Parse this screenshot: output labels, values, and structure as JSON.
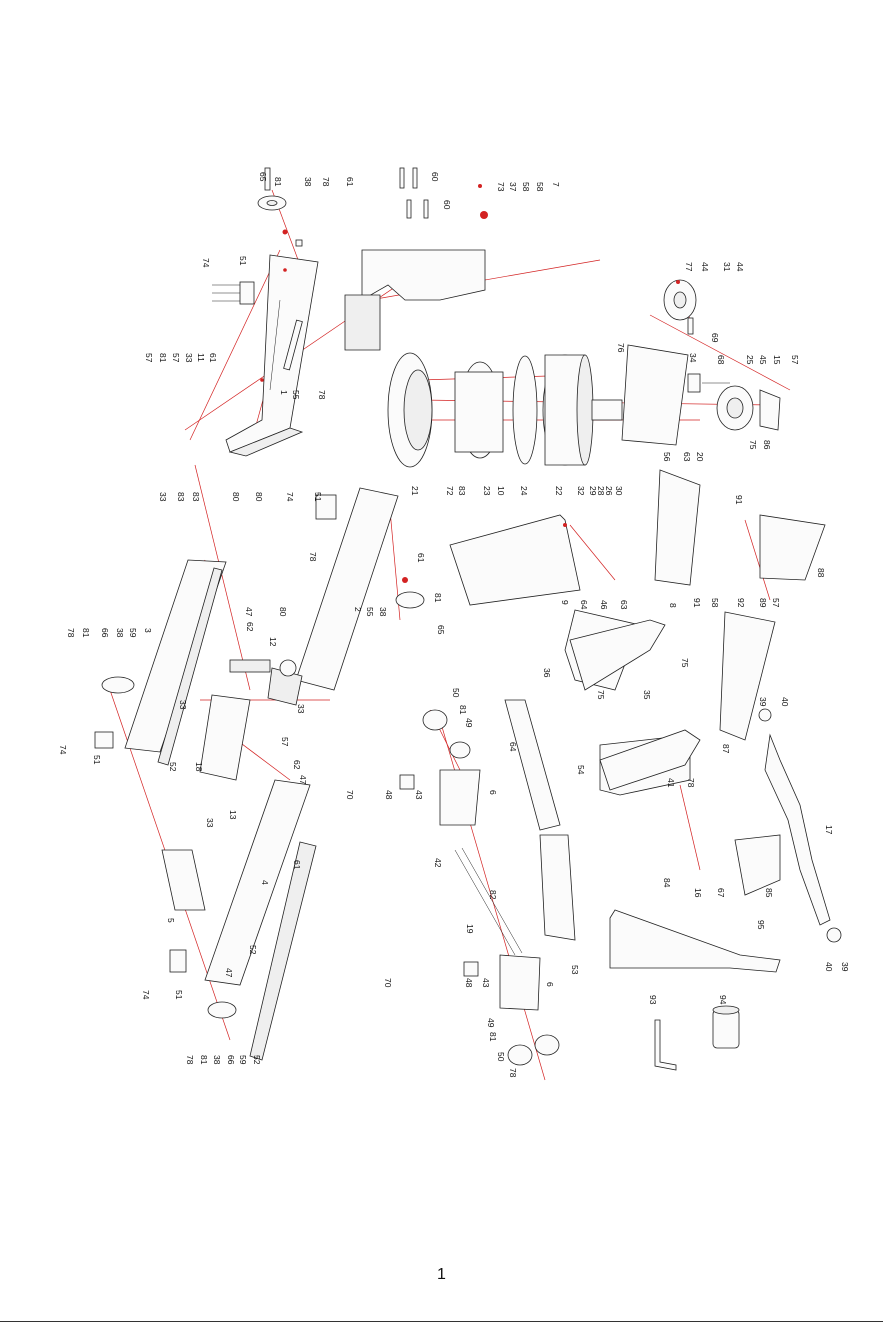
{
  "page": {
    "number": "1"
  },
  "labels": {
    "65a": "65",
    "81a": "81",
    "38a": "38",
    "78a": "78",
    "61a": "61",
    "60a": "60",
    "60b": "60",
    "73": "73",
    "37": "37",
    "58a": "58",
    "58b": "58",
    "7": "7",
    "74a": "74",
    "51a": "51",
    "77": "77",
    "44a": "44",
    "44b": "44",
    "31": "31",
    "69": "69",
    "34": "34",
    "68": "68",
    "25": "25",
    "45": "45",
    "15": "15",
    "57a": "57",
    "57b": "57",
    "57c": "57",
    "33a": "33",
    "11": "11",
    "81b": "81",
    "61b": "61",
    "1": "1",
    "55a": "55",
    "78b": "78",
    "21": "21",
    "72": "72",
    "83a": "83",
    "23": "23",
    "10": "10",
    "24": "24",
    "22": "22",
    "32": "32",
    "29": "29",
    "28": "28",
    "26": "26",
    "30": "30",
    "56": "56",
    "63a": "63",
    "20": "20",
    "86": "86",
    "75a": "75",
    "76": "76",
    "33b": "33",
    "83b": "83",
    "83c": "83",
    "80a": "80",
    "80b": "80",
    "74b": "74",
    "51b": "51",
    "78c": "78",
    "61c": "61",
    "2": "2",
    "55b": "55",
    "38b": "38",
    "81c": "81",
    "65b": "65",
    "9": "9",
    "64a": "64",
    "46": "46",
    "63b": "63",
    "8": "8",
    "91a": "91",
    "91b": "91",
    "92": "92",
    "89": "89",
    "88": "88",
    "57d": "57",
    "58c": "58",
    "3": "3",
    "78d": "78",
    "81d": "81",
    "66a": "66",
    "38c": "38",
    "59a": "59",
    "74c": "74",
    "51c": "51",
    "18": "18",
    "33c": "33",
    "52a": "52",
    "47a": "47",
    "62a": "62",
    "12": "12",
    "80c": "80",
    "33d": "33",
    "13": "13",
    "33e": "33",
    "47b": "47",
    "62b": "62",
    "57e": "57",
    "36a": "36",
    "35": "35",
    "75b": "75",
    "75c": "75",
    "87": "87",
    "39a": "39",
    "40a": "40",
    "50a": "50",
    "81e": "81",
    "49a": "49",
    "64b": "64",
    "54": "54",
    "70a": "70",
    "48a": "48",
    "43a": "43",
    "6a": "6",
    "42": "42",
    "41a": "41",
    "78e": "78",
    "84": "84",
    "16": "16",
    "67": "67",
    "85": "85",
    "17": "17",
    "5": "5",
    "4": "4",
    "61d": "61",
    "19": "19",
    "82": "82",
    "53": "53",
    "95": "95",
    "40b": "40",
    "39b": "39",
    "74d": "74",
    "51d": "51",
    "52b": "52",
    "47c": "47",
    "78f": "78",
    "81f": "81",
    "38d": "38",
    "66b": "66",
    "59b": "59",
    "52c": "52",
    "70b": "70",
    "48b": "48",
    "43b": "43",
    "6b": "6",
    "49b": "49",
    "81g": "81",
    "50b": "50",
    "78g": "78",
    "93": "93",
    "94": "94"
  }
}
